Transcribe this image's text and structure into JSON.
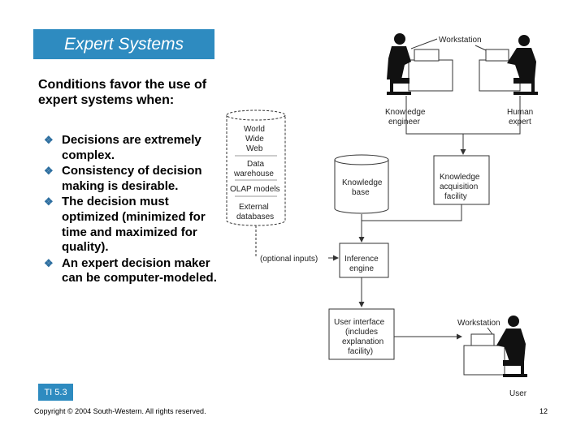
{
  "slide": {
    "title": "Expert Systems",
    "intro": "Conditions favor the use of expert systems when:",
    "bullets": [
      "Decisions are extremely complex.",
      "Consistency of decision making is desirable.",
      "The decision must optimized (minimized for time and maximized for quality).",
      "An expert decision maker can be computer-modeled."
    ],
    "bullet_icon": "diamond-bullet-icon",
    "tag": "TI 5.3",
    "copyright": "Copyright © 2004 South-Western. All rights reserved.",
    "page_number": "12",
    "accent_color": "#2e8bc0"
  },
  "diagram": {
    "workstation_top": "Workstation",
    "knowledge_engineer": [
      "Knowledge",
      "engineer"
    ],
    "human_expert": [
      "Human",
      "expert"
    ],
    "data_sources": [
      "World",
      "Wide",
      "Web",
      "Data",
      "warehouse",
      "OLAP models",
      "External",
      "databases"
    ],
    "knowledge_base": [
      "Knowledge",
      "base"
    ],
    "acquisition_facility": [
      "Knowledge",
      "acquisition",
      "facility"
    ],
    "optional_inputs": "(optional inputs)",
    "inference_engine": [
      "Inference",
      "engine"
    ],
    "user_interface": [
      "User interface",
      "(includes",
      "explanation",
      "facility)"
    ],
    "workstation_bottom": "Workstation",
    "user": "User"
  }
}
